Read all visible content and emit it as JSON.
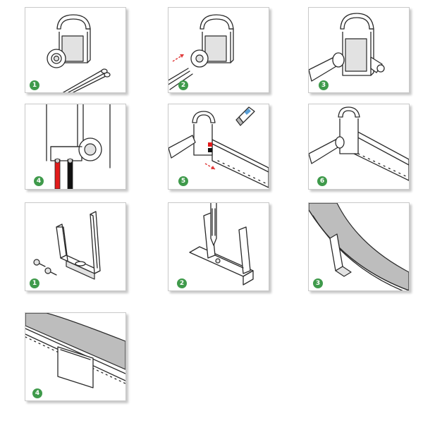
{
  "steps": [
    {
      "id": "p1",
      "badge": "1"
    },
    {
      "id": "p2",
      "badge": "2"
    },
    {
      "id": "p3",
      "badge": "3"
    },
    {
      "id": "p4",
      "badge": "4"
    },
    {
      "id": "p5",
      "badge": "5"
    },
    {
      "id": "p6",
      "badge": "6"
    },
    {
      "id": "p7",
      "badge": "1"
    },
    {
      "id": "p8",
      "badge": "2"
    },
    {
      "id": "p9",
      "badge": "3"
    },
    {
      "id": "p10",
      "badge": "4"
    }
  ],
  "colors": {
    "badge": "#3f9a4b",
    "arrow": "#e03a3a",
    "wire_red": "#e21b1b",
    "wire_black": "#111111",
    "strip_gray": "#bdbdbd"
  }
}
